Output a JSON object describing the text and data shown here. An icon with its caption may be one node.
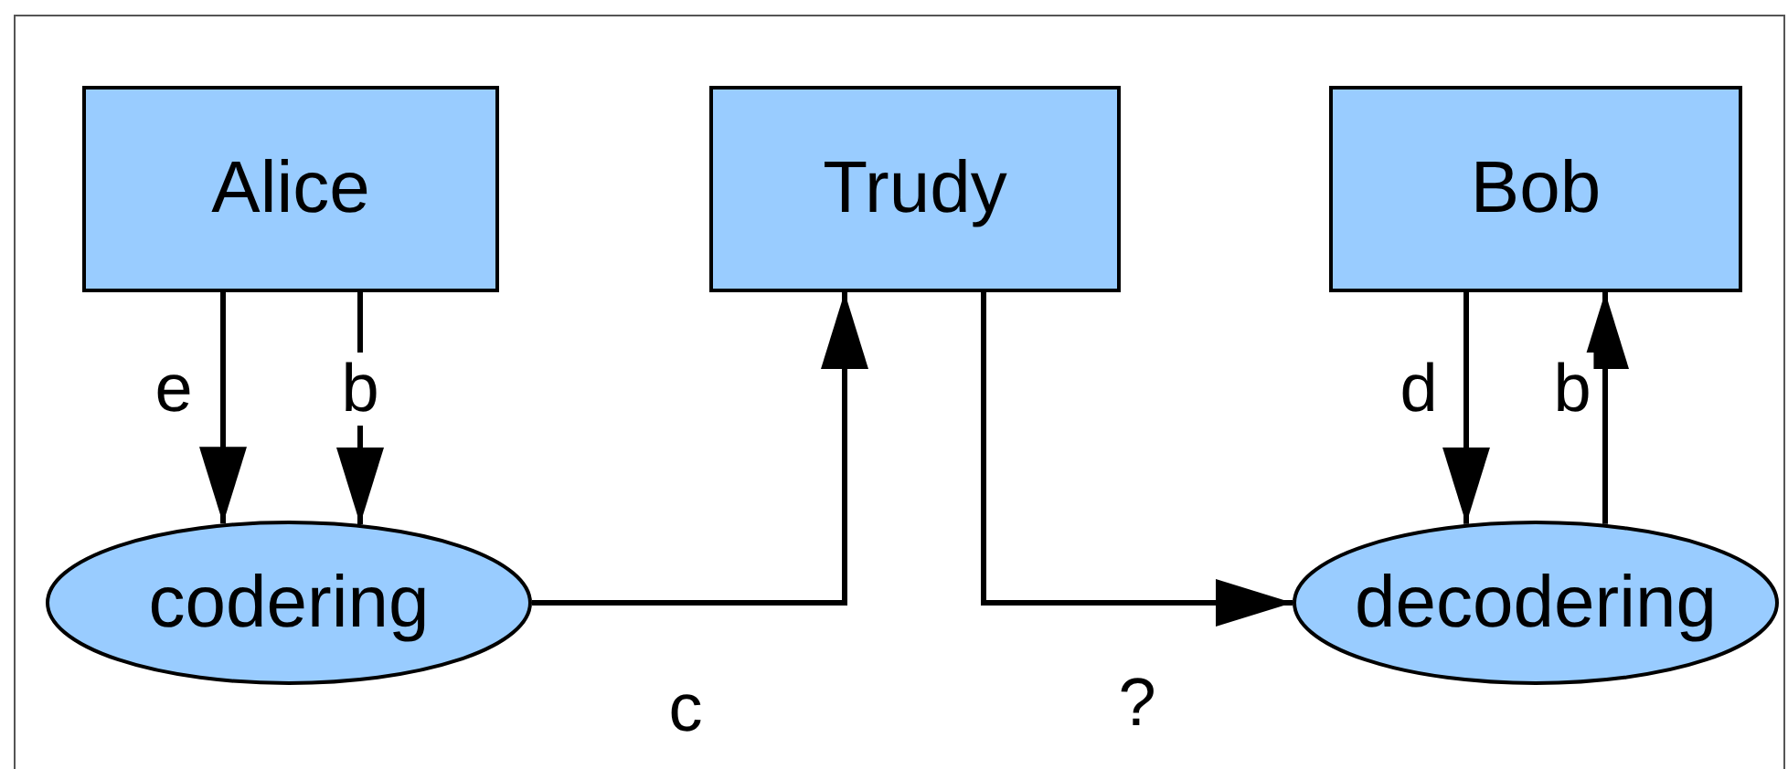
{
  "diagram": {
    "nodes": [
      {
        "text": [
          "Alice"
        ]
      },
      {
        "text": [
          "Trudy"
        ]
      },
      {
        "text": [
          "Bob"
        ]
      },
      {
        "text": [
          "codering"
        ]
      },
      {
        "text": [
          "decodering"
        ]
      }
    ],
    "edges": [
      {
        "from": 0,
        "to": 3,
        "arrow": "to",
        "label": "e"
      },
      {
        "from": 0,
        "to": 3,
        "arrow": "to",
        "label": "b"
      },
      {
        "from": 3,
        "to": 1,
        "arrow": "to",
        "label": "c"
      },
      {
        "from": 1,
        "to": 4,
        "arrow": "to",
        "label": "?"
      },
      {
        "from": 2,
        "to": 4,
        "arrow": "to",
        "label": "d"
      },
      {
        "from": 4,
        "to": 2,
        "arrow": "to",
        "label": "b"
      }
    ]
  }
}
